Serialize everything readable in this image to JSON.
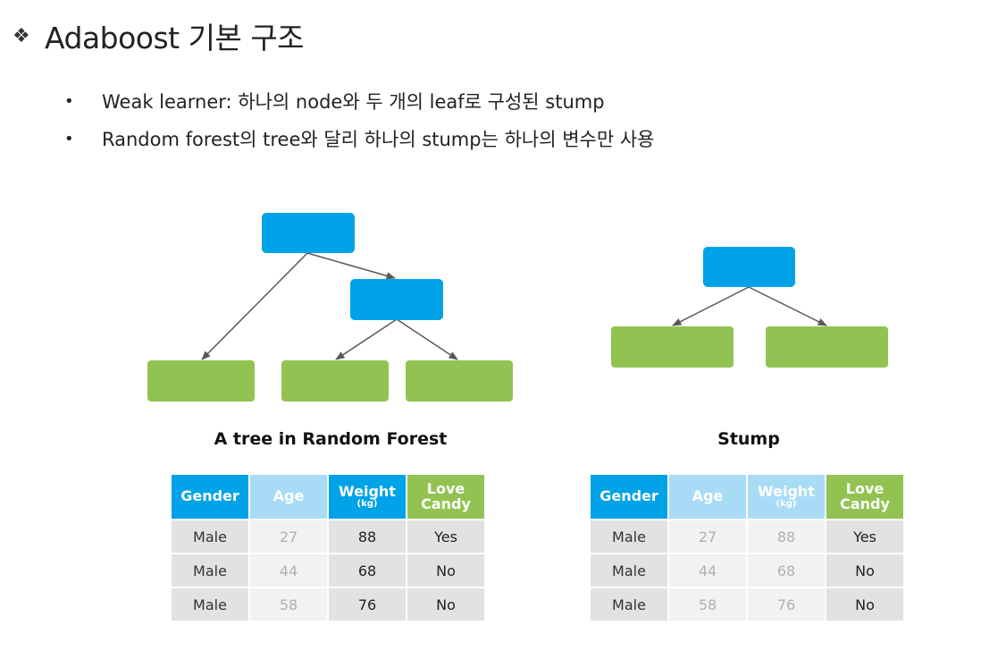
{
  "slide": {
    "bullet_icon": "diamond-bullet-icon",
    "title": "Adaboost 기본 구조",
    "bullets": [
      "Weak learner: 하나의 node와 두 개의 leaf로 구성된 stump",
      "Random forest의 tree와 달리 하나의 stump는 하나의 변수만 사용"
    ]
  },
  "diagram": {
    "colors": {
      "node": "#00a2e8",
      "leaf": "#92c352",
      "edge": "#595959"
    },
    "captions": {
      "random_forest": "A tree in Random Forest",
      "stump": "Stump"
    }
  },
  "tables": {
    "headers": {
      "gender": "Gender",
      "age": "Age",
      "weight": "Weight",
      "weight_unit": "(kg)",
      "love_candy": "Love Candy"
    },
    "random_forest": {
      "rows": [
        [
          "Male",
          "27",
          "88",
          "Yes"
        ],
        [
          "Male",
          "44",
          "68",
          "No"
        ],
        [
          "Male",
          "58",
          "76",
          "No"
        ]
      ]
    },
    "stump": {
      "rows": [
        [
          "Male",
          "27",
          "88",
          "Yes"
        ],
        [
          "Male",
          "44",
          "68",
          "No"
        ],
        [
          "Male",
          "58",
          "76",
          "No"
        ]
      ]
    }
  }
}
